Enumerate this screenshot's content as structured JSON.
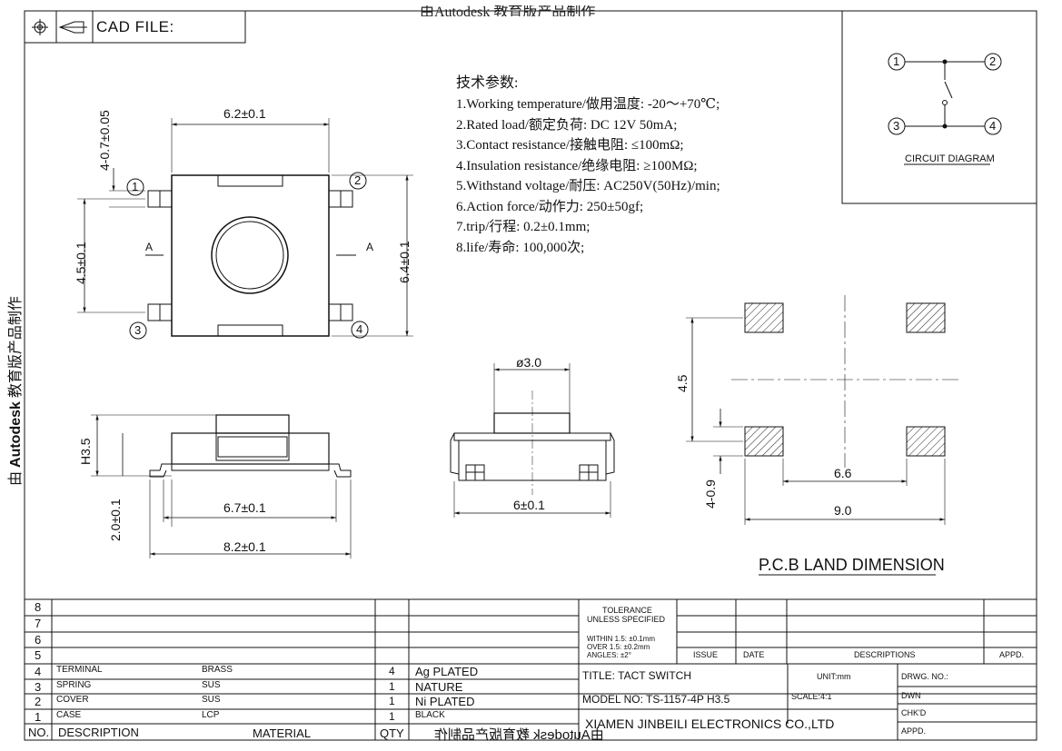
{
  "header": {
    "cad_label": "CAD FILE:",
    "top_cut_text": "由Autodesk 教育版产品制作"
  },
  "specs": {
    "heading": "技术参数:",
    "items": [
      "1.Working temperature/做用温度: -20～+70℃;",
      "2.Rated load/额定负荷: DC 12V 50mA;",
      "3.Contact resistance/接触电阻: ≤100mΩ;",
      "4.Insulation resistance/绝缘电阻: ≥100MΩ;",
      "5.Withstand voltage/耐压: AC250V(50Hz)/min;",
      "6.Action force/动作力: 250±50gf;",
      "7.trip/行程: 0.2±0.1mm;",
      "8.life/寿命: 100,000次;"
    ]
  },
  "circuit": {
    "title": "CIRCUIT DIAGRAM",
    "pins": [
      "1",
      "2",
      "3",
      "4"
    ]
  },
  "top_view": {
    "dim_width": "6.2±0.1",
    "dim_height": "6.4±0.1",
    "dim_pitch": "4.5±0.1",
    "dim_lead": "4-0.7±0.05",
    "section_left": "A",
    "section_right": "A",
    "pins": [
      "1",
      "2",
      "3",
      "4"
    ]
  },
  "front_view": {
    "dim_h": "H3.5",
    "dim_body": "6.7±0.1",
    "dim_total": "8.2±0.1",
    "dim_base": "2.0±0.1"
  },
  "side_view": {
    "dim_dia": "ø3.0",
    "dim_width": "6±0.1"
  },
  "pcb": {
    "title": "P.C.B LAND DIMENSION",
    "dim_v": "4.5",
    "dim_pad": "4-0.9",
    "dim_inner": "6.6",
    "dim_outer": "9.0"
  },
  "title_block": {
    "rows": [
      {
        "no": "8",
        "desc": "",
        "mat": "",
        "qty": "",
        "finish": ""
      },
      {
        "no": "7",
        "desc": "",
        "mat": "",
        "qty": "",
        "finish": ""
      },
      {
        "no": "6",
        "desc": "",
        "mat": "",
        "qty": "",
        "finish": ""
      },
      {
        "no": "5",
        "desc": "",
        "mat": "",
        "qty": "",
        "finish": ""
      },
      {
        "no": "4",
        "desc": "TERMINAL",
        "mat": "BRASS",
        "qty": "4",
        "finish": "Ag PLATED"
      },
      {
        "no": "3",
        "desc": "SPRING",
        "mat": "SUS",
        "qty": "1",
        "finish": "NATURE"
      },
      {
        "no": "2",
        "desc": "COVER",
        "mat": "SUS",
        "qty": "1",
        "finish": "Ni PLATED"
      },
      {
        "no": "1",
        "desc": "CASE",
        "mat": "LCP",
        "qty": "1",
        "finish": "BLACK"
      }
    ],
    "header_no": "NO.",
    "header_desc": "DESCRIPTION",
    "header_mat": "MATERIAL",
    "header_qty": "QTY",
    "mirrored_watermark": "由Autodesk 教育版产品制作",
    "tolerance_1": "TOLERANCE",
    "tolerance_2": "UNLESS SPECIFIED",
    "tol_within": "WITHIN 1.5: ±0.1mm",
    "tol_over": "OVER 1.5:  ±0.2mm",
    "tol_angles": "ANGLES: ±2°",
    "col_issue": "ISSUE",
    "col_date": "DATE",
    "col_desc": "DESCRIPTIONS",
    "col_appd": "APPD.",
    "title_label": "TITLE:  TACT SWITCH",
    "unit": "UNIT:mm",
    "drwg_no": "DRWG. NO.:",
    "model": "MODEL NO: TS-1157-4P H3.5",
    "scale": "SCALE:4:1",
    "dwn": "DWN",
    "chkd": "CHK'D",
    "appd": "APPD.",
    "company": "XIAMEN JINBEILI ELECTRONICS CO.,LTD"
  },
  "side_watermark": {
    "prefix": "由 ",
    "brand": "Autodesk",
    "suffix": " 教育版产品制作"
  }
}
